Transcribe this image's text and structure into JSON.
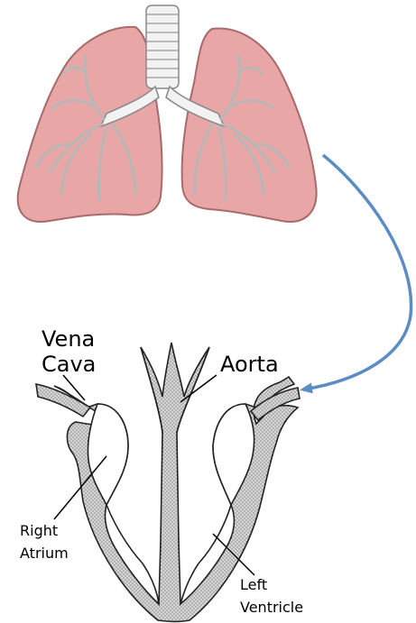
{
  "labels": {
    "vena_cava_line1": "Vena",
    "vena_cava_line2": "Cava",
    "aorta": "Aorta",
    "right_atrium_line1": "Right",
    "right_atrium_line2": "Atrium",
    "left_ventricle_line1": "Left",
    "left_ventricle_line2": "Ventricle"
  },
  "colors": {
    "lung_fill": "#e8a7a6",
    "lung_shadow": "#c98584",
    "airway": "#c9c9c9",
    "trachea": "#f2f2f2",
    "arrow": "#5b8cc6",
    "heart_stipple": "#bdbdbd",
    "outline": "#222222"
  },
  "icons": {
    "lungs": "lungs-icon",
    "heart": "heart-cross-section-icon",
    "arrow": "curved-arrow-icon"
  }
}
